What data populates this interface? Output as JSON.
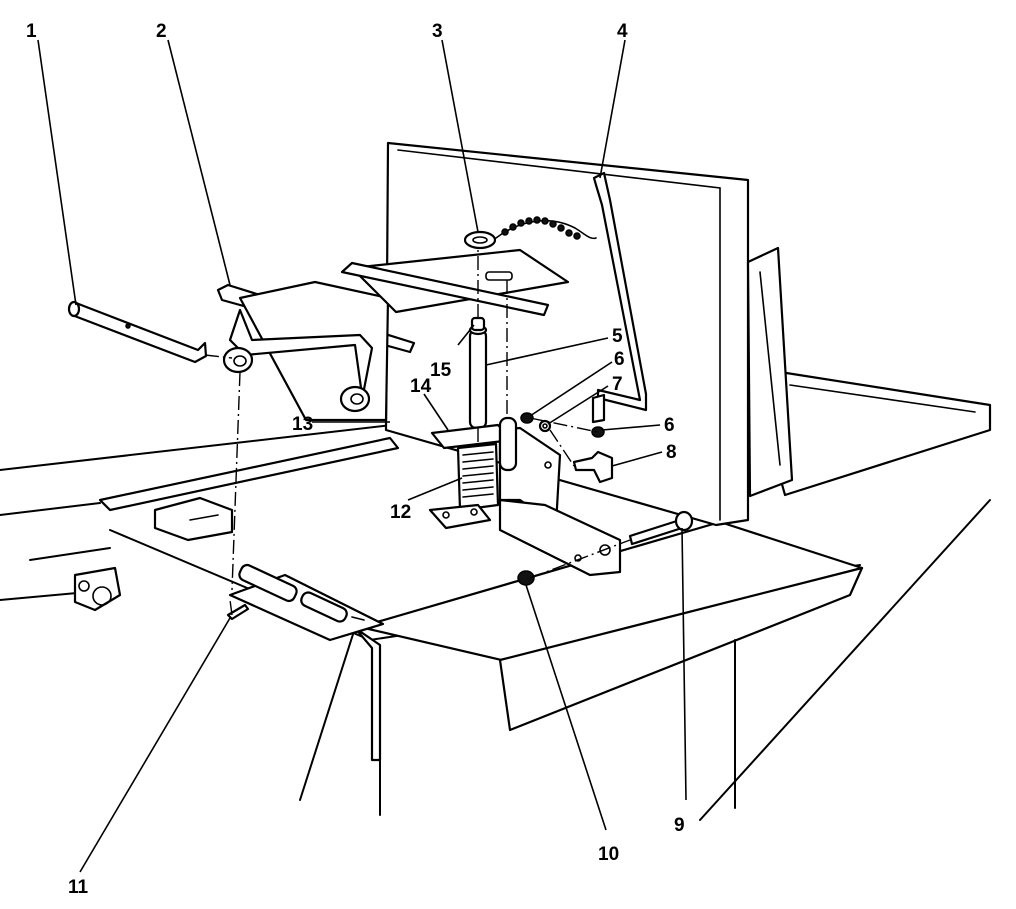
{
  "callouts": {
    "c1": "1",
    "c2": "2",
    "c3": "3",
    "c4": "4",
    "c5": "5",
    "c6a": "6",
    "c6b": "6",
    "c7": "7",
    "c8": "8",
    "c9": "9",
    "c10": "10",
    "c11": "11",
    "c12": "12",
    "c13": "13",
    "c14": "14",
    "c15": "15"
  }
}
